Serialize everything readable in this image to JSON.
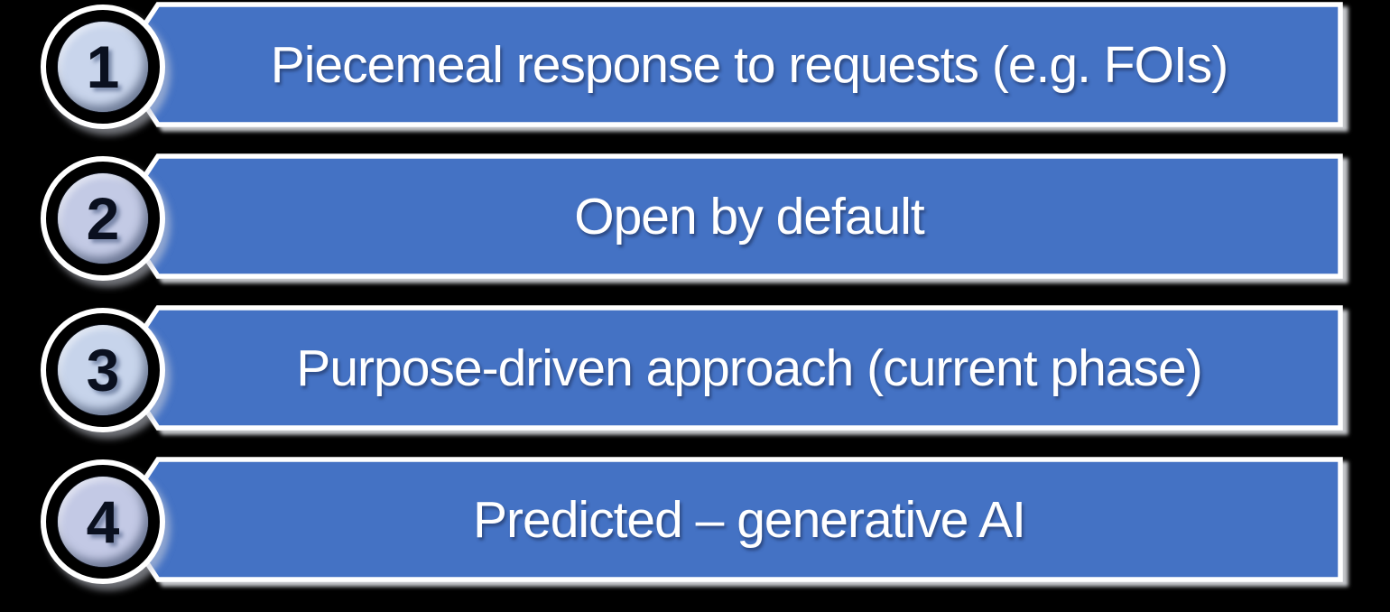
{
  "diagram": {
    "type": "numbered-step-list",
    "background_color": "#000000",
    "banner_color": "#4472C4",
    "banner_outline_color": "#FFFFFF",
    "banner_text_color": "#FFFFFF",
    "ring_color": "#FFFFFF",
    "ring_gap_color": "#000000",
    "number_color": "#0A101F",
    "steps": [
      {
        "number": "1",
        "label": "Piecemeal response to requests (e.g. FOIs)",
        "badge_fill": "#C9D5EC"
      },
      {
        "number": "2",
        "label": "Open by default",
        "badge_fill": "#C3CAE5"
      },
      {
        "number": "3",
        "label": "Purpose-driven approach (current phase)",
        "badge_fill": "#C7D4EB"
      },
      {
        "number": "4",
        "label": "Predicted – generative AI",
        "badge_fill": "#C3C9E5"
      }
    ]
  }
}
